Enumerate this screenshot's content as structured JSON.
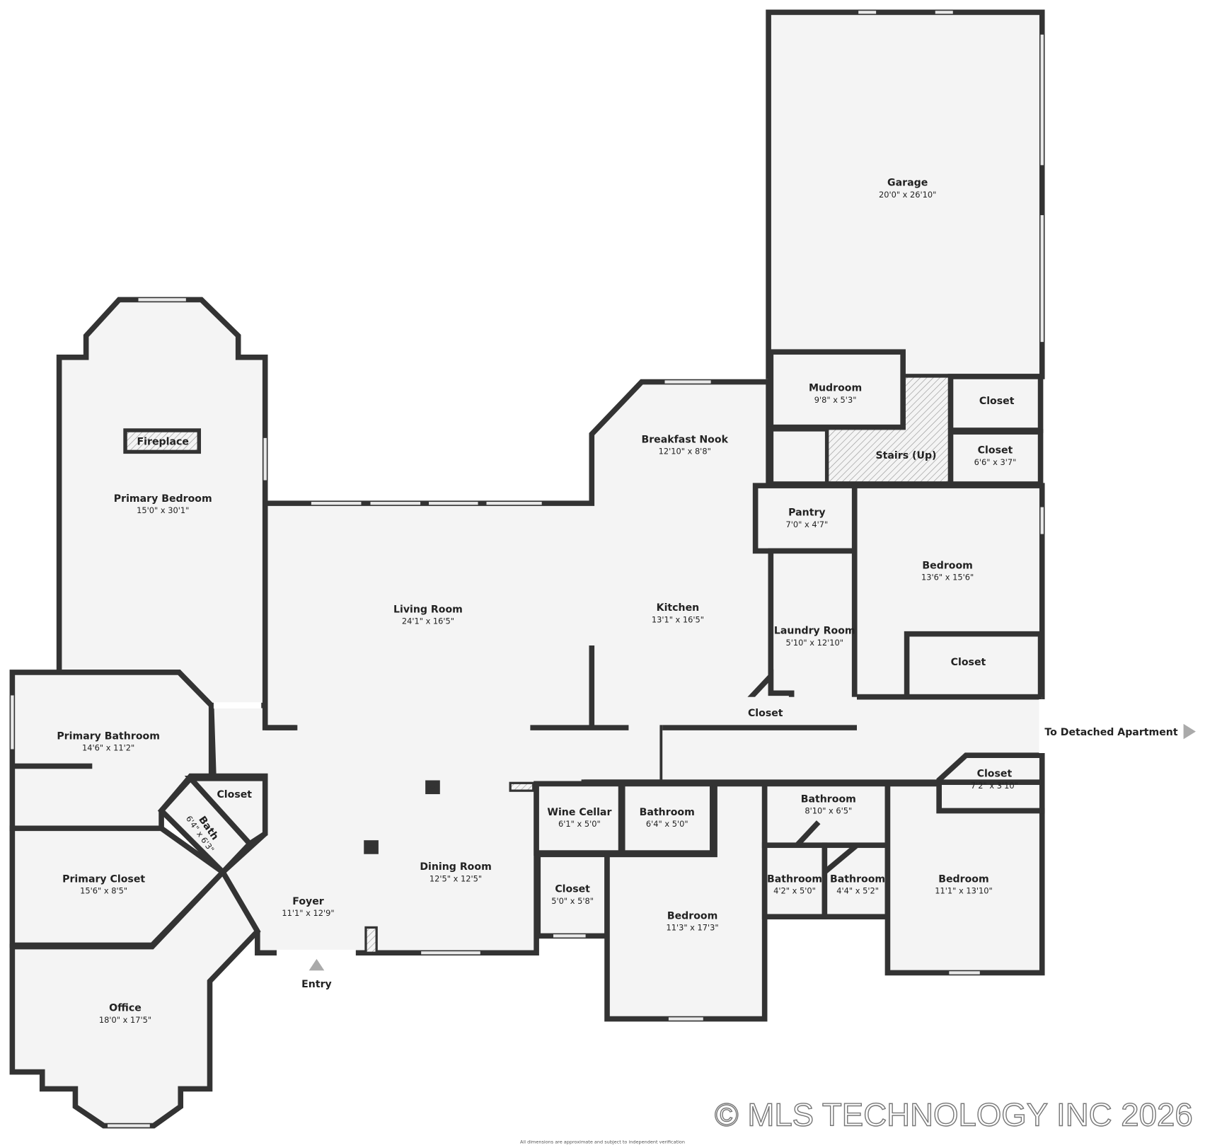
{
  "rooms": {
    "garage": {
      "name": "Garage",
      "dims": "20'0\" x 26'10\""
    },
    "mudroom": {
      "name": "Mudroom",
      "dims": "9'8\" x 5'3\""
    },
    "closet_garage": {
      "name": "Closet"
    },
    "stairs": {
      "name": "Stairs (Up)"
    },
    "closet_stairs": {
      "name": "Closet",
      "dims": "6'6\" x 3'7\""
    },
    "breakfast_nook": {
      "name": "Breakfast Nook",
      "dims": "12'10\" x 8'8\""
    },
    "pantry": {
      "name": "Pantry",
      "dims": "7'0\" x 4'7\""
    },
    "primary_bedroom": {
      "name": "Primary Bedroom",
      "dims": "15'0\" x 30'1\""
    },
    "fireplace": {
      "name": "Fireplace"
    },
    "living_room": {
      "name": "Living Room",
      "dims": "24'1\" x 16'5\""
    },
    "kitchen": {
      "name": "Kitchen",
      "dims": "13'1\" x 16'5\""
    },
    "laundry_room": {
      "name": "Laundry Room",
      "dims": "5'10\" x 12'10\""
    },
    "bedroom_1": {
      "name": "Bedroom",
      "dims": "13'6\" x 15'6\""
    },
    "closet_bedroom_1": {
      "name": "Closet"
    },
    "closet_laundry": {
      "name": "Closet"
    },
    "primary_bathroom": {
      "name": "Primary Bathroom",
      "dims": "14'6\" x 11'2\""
    },
    "closet_foyer": {
      "name": "Closet"
    },
    "bath": {
      "name": "Bath",
      "dims": "6'4\" x 6'3\""
    },
    "primary_closet": {
      "name": "Primary Closet",
      "dims": "15'6\" x 8'5\""
    },
    "foyer": {
      "name": "Foyer",
      "dims": "11'1\" x 12'9\""
    },
    "dining_room": {
      "name": "Dining Room",
      "dims": "12'5\" x 12'5\""
    },
    "wine_cellar": {
      "name": "Wine Cellar",
      "dims": "6'1\" x 5'0\""
    },
    "closet_hall": {
      "name": "Closet",
      "dims": "5'0\" x 5'8\""
    },
    "bathroom_1": {
      "name": "Bathroom",
      "dims": "6'4\" x 5'0\""
    },
    "bedroom_2": {
      "name": "Bedroom",
      "dims": "11'3\" x 17'3\""
    },
    "bathroom_2": {
      "name": "Bathroom",
      "dims": "8'10\" x 6'5\""
    },
    "bathroom_3": {
      "name": "Bathroom",
      "dims": "4'2\" x 5'0\""
    },
    "bathroom_4": {
      "name": "Bathroom",
      "dims": "4'4\" x 5'2\""
    },
    "closet_bedroom_3": {
      "name": "Closet",
      "dims": "7'2\" x 3'10\""
    },
    "bedroom_3": {
      "name": "Bedroom",
      "dims": "11'1\" x 13'10\""
    },
    "office": {
      "name": "Office",
      "dims": "18'0\" x 17'5\""
    }
  },
  "labels": {
    "entry": "Entry",
    "detached_apartment": "To Detached Apartment"
  },
  "icons": {
    "entry": "triangle-up-icon",
    "detached_apartment": "triangle-right-icon"
  },
  "watermark": "© MLS TECHNOLOGY INC 2026",
  "disclaimer": "All dimensions are approximate and subject to independent verification",
  "colors": {
    "wall": "#333333",
    "floor": "#f4f4f4",
    "arrow": "#aaaaaa"
  }
}
